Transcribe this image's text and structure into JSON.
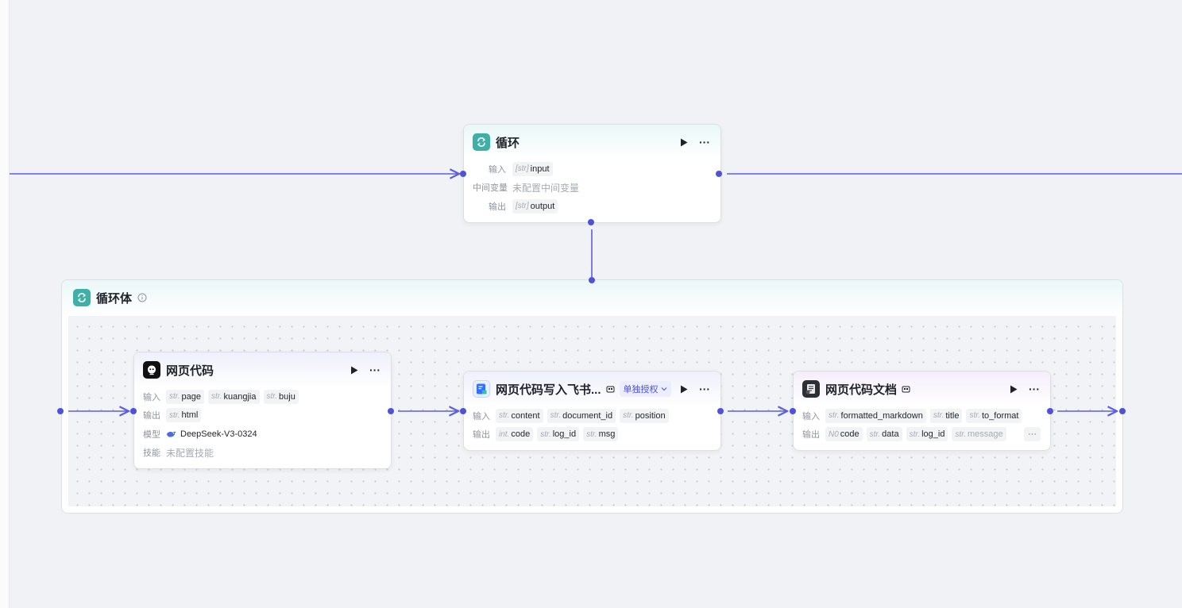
{
  "loop_node": {
    "title": "循环",
    "input_label": "输入",
    "input_tags": [
      {
        "type": "[str]",
        "name": "input"
      }
    ],
    "midvar_label": "中间变量",
    "midvar_value": "未配置中间变量",
    "output_label": "输出",
    "output_tags": [
      {
        "type": "[str]",
        "name": "output"
      }
    ]
  },
  "loop_body": {
    "title": "循环体"
  },
  "web_code_node": {
    "title": "网页代码",
    "input_label": "输入",
    "input_tags": [
      {
        "type": "str.",
        "name": "page"
      },
      {
        "type": "str.",
        "name": "kuangjia"
      },
      {
        "type": "str.",
        "name": "buju"
      }
    ],
    "output_label": "输出",
    "output_tags": [
      {
        "type": "str.",
        "name": "html"
      }
    ],
    "model_label": "模型",
    "model_value": "DeepSeek-V3-0324",
    "skill_label": "技能",
    "skill_value": "未配置技能"
  },
  "feishu_node": {
    "title": "网页代码写入飞书...",
    "auth_badge": "单独授权",
    "input_label": "输入",
    "input_tags": [
      {
        "type": "str.",
        "name": "content"
      },
      {
        "type": "str.",
        "name": "document_id"
      },
      {
        "type": "str.",
        "name": "position"
      }
    ],
    "output_label": "输出",
    "output_tags": [
      {
        "type": "int.",
        "name": "code"
      },
      {
        "type": "str.",
        "name": "log_id"
      },
      {
        "type": "str.",
        "name": "msg"
      }
    ]
  },
  "doc_node": {
    "title": "网页代码文档",
    "input_label": "输入",
    "input_tags": [
      {
        "type": "str.",
        "name": "formatted_markdown"
      },
      {
        "type": "str.",
        "name": "title"
      },
      {
        "type": "str.",
        "name": "to_format"
      }
    ],
    "output_label": "输出",
    "output_tags": [
      {
        "type": "N0",
        "name": "code"
      },
      {
        "type": "str.",
        "name": "data"
      },
      {
        "type": "str.",
        "name": "log_id"
      },
      {
        "type": "str.",
        "name": "message"
      }
    ],
    "more_label": "···"
  },
  "colors": {
    "accent": "#4e52d8",
    "wire": "#5b5fe0",
    "loop_icon": "#3fb0a8"
  },
  "icons": {
    "loop": "loop-icon",
    "run": "play-icon",
    "more": "more-icon",
    "info": "info-icon",
    "code": "code-bot-icon",
    "feishu": "feishu-doc-icon",
    "doc": "doc-icon",
    "plugin": "plugin-icon",
    "model": "deepseek-icon"
  }
}
